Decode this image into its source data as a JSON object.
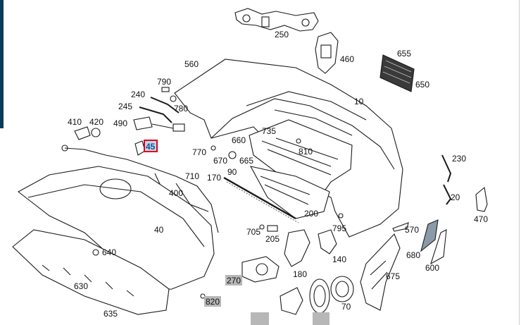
{
  "colors": {
    "accent_bar": "#0b3a5a",
    "selected_border": "#e0001a",
    "selected_fill": "#b9d7f0",
    "greyed_label_bg": "#b7b7b7"
  },
  "labels": {
    "p250": "250",
    "p460": "460",
    "p655": "655",
    "p650": "650",
    "p560": "560",
    "p790": "790",
    "p780": "780",
    "p240": "240",
    "p245": "245",
    "p10": "10",
    "p490": "490",
    "p410": "410",
    "p420": "420",
    "p45": "45",
    "p735": "735",
    "p660": "660",
    "p810": "810",
    "p770": "770",
    "p670": "670",
    "p665": "665",
    "p230": "230",
    "p710": "710",
    "p170": "170",
    "p90": "90",
    "p20": "20",
    "p400": "400",
    "p200": "200",
    "p470": "470",
    "p40": "40",
    "p795": "795",
    "p570": "570",
    "p705": "705",
    "p205": "205",
    "p680": "680",
    "p640": "640",
    "p600": "600",
    "p140": "140",
    "p180": "180",
    "p675": "675",
    "p630": "630",
    "p270": "270",
    "p70": "70",
    "p635": "635",
    "p820": "820"
  },
  "selected_part": "45",
  "greyed_parts": [
    "270",
    "820"
  ]
}
